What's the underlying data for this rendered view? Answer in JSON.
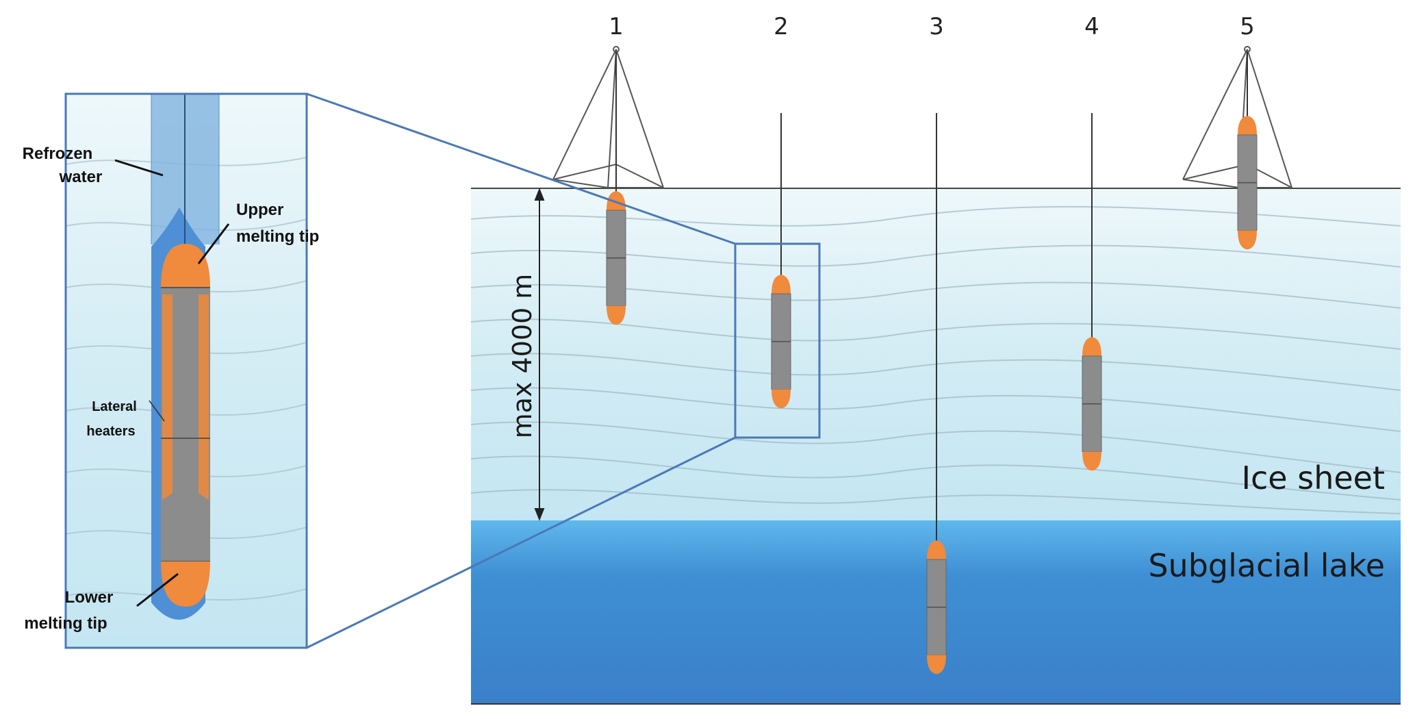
{
  "probe_numbers": [
    "1",
    "2",
    "3",
    "4",
    "5"
  ],
  "depth_label": "max 4000 m",
  "region_labels": {
    "ice": "Ice sheet",
    "lake": "Subglacial lake"
  },
  "inset_labels": {
    "refrozen_1": "Refrozen",
    "refrozen_2": "water",
    "upper_1": "Upper",
    "upper_2": "melting tip",
    "lateral_1": "Lateral",
    "lateral_2": "heaters",
    "lower_1": "Lower",
    "lower_2": "melting tip"
  },
  "colors": {
    "probe_tip": "#f08a3c",
    "probe_body": "#8c8c8c",
    "lake": "#3f8fd4",
    "ice": "#dcf0f6",
    "frame": "#4a78b8"
  }
}
